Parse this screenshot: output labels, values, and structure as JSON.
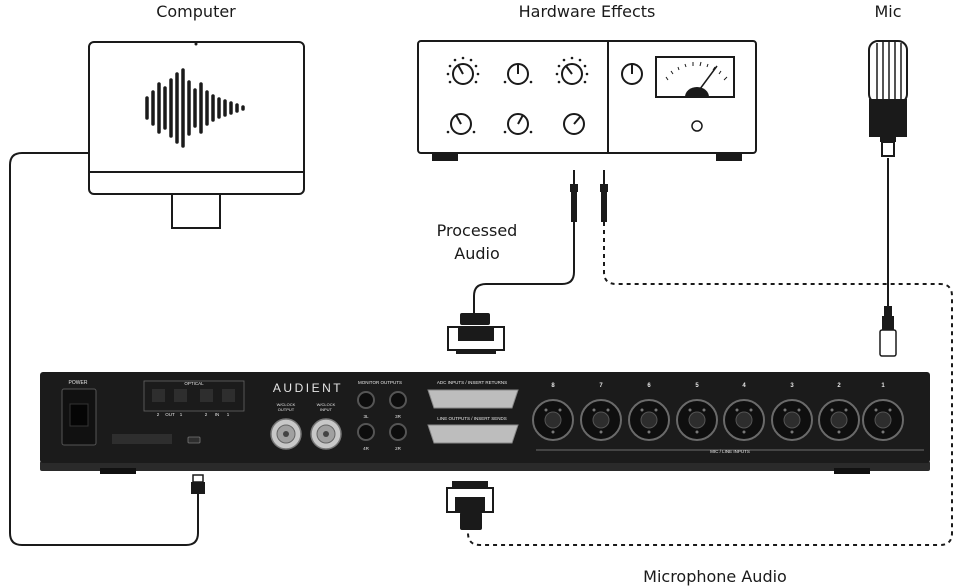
{
  "labels": {
    "computer": "Computer",
    "hardware_effects": "Hardware Effects",
    "mic": "Mic",
    "processed_audio_line1": "Processed",
    "processed_audio_line2": "Audio",
    "microphone_audio": "Microphone Audio"
  },
  "rack": {
    "brand": "AUDIENT",
    "power": "POWER",
    "optical": "OPTICAL",
    "optical_out": "OUT",
    "optical_in": "IN",
    "optical_port_numbers": [
      "2",
      "1",
      "2",
      "1"
    ],
    "wclock_output_line1": "W/CLOCK",
    "wclock_output_line2": "OUTPUT",
    "wclock_input_line1": "W/CLOCK",
    "wclock_input_line2": "INPUT",
    "monitor_outputs": "MONITOR OUTPUTS",
    "monitor_jacks": [
      "3L",
      "3R",
      "4R",
      "2R"
    ],
    "adc_inputs": "ADC INPUTS  /  INSERT RETURNS",
    "line_outputs": "LINE OUTPUTS  /  INSERT SENDS",
    "mic_line_inputs": "MIC / LINE INPUTS",
    "channel_numbers": [
      "8",
      "7",
      "6",
      "5",
      "4",
      "3",
      "2",
      "1"
    ]
  },
  "colors": {
    "ink": "#1a1a1a",
    "rack_body": "#1b1b1b",
    "rack_shadow": "#2a2a2a",
    "silver": "#c8c8c8"
  }
}
